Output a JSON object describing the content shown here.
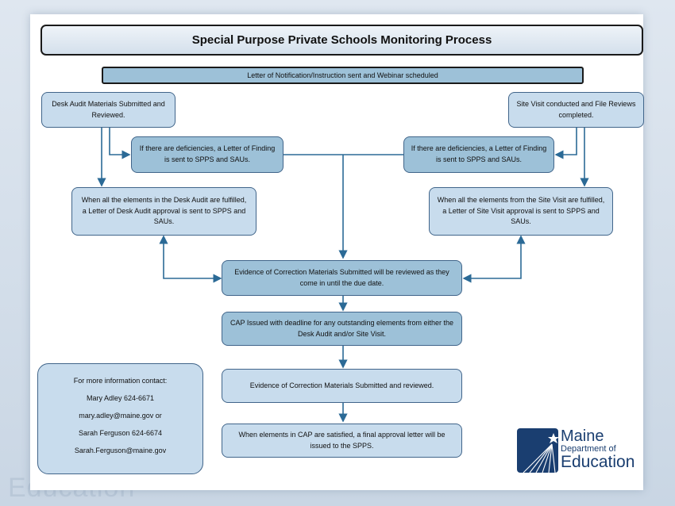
{
  "title": "Special Purpose Private Schools Monitoring Process",
  "banner": "Letter of Notification/Instruction sent and Webinar scheduled",
  "left_column": {
    "desk_audit": "Desk Audit Materials Submitted and Reviewed.",
    "deficiency": "If there are deficiencies, a Letter of Finding is sent to SPPS and SAUs.",
    "approval": "When all the elements in the Desk Audit are fulfilled, a Letter of Desk Audit approval is sent to SPPS and SAUs."
  },
  "right_column": {
    "site_visit": "Site Visit conducted and File Reviews completed.",
    "deficiency": "If there are deficiencies, a Letter of Finding is sent to SPPS and SAUs.",
    "approval": "When all the elements from the Site Visit are fulfilled, a Letter of Site Visit approval is sent to SPPS and SAUs."
  },
  "center_flow": {
    "evidence_review": "Evidence of Correction Materials Submitted will be reviewed as they come in until the due date.",
    "cap_issued": "CAP Issued with deadline for any outstanding elements from either the Desk Audit and/or Site Visit.",
    "evidence_submitted": "Evidence of Correction Materials Submitted and reviewed.",
    "final_approval": "When elements in CAP are satisfied, a final approval letter will be issued to the SPPS."
  },
  "contact": {
    "heading": "For more information contact:",
    "line1": "Mary Adley   624-6671",
    "line2": "mary.adley@maine.gov or",
    "line3": "Sarah Ferguson 624-6674",
    "line4": "Sarah.Ferguson@maine.gov"
  },
  "logo": {
    "line1": "Maine",
    "line2": "Department of",
    "line3": "Education"
  },
  "background_word": "Education",
  "colors": {
    "box_light": "#c8dced",
    "box_dark": "#9dc1d8",
    "border": "#41658a",
    "arrow": "#2b6a96",
    "logo": "#1a3e70"
  }
}
